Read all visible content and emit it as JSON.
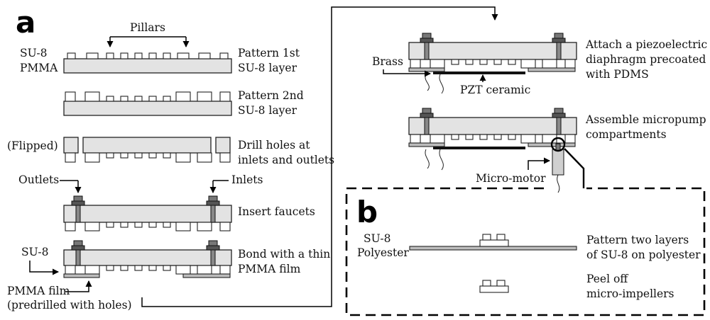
{
  "panel_a": {
    "letter": "a",
    "pillars": "Pillars",
    "su8": "SU-8",
    "pmma": "PMMA",
    "step1": [
      "Pattern 1st",
      "SU-8 layer"
    ],
    "step2": [
      "Pattern 2nd",
      "SU-8 layer"
    ],
    "flipped": "(Flipped)",
    "step3": [
      "Drill holes at",
      "inlets and outlets"
    ],
    "outlets": "Outlets",
    "inlets": "Inlets",
    "step4": "Insert faucets",
    "su8_2": "SU-8",
    "step5": [
      "Bond with a thin",
      "PMMA film"
    ],
    "pmma_film": [
      "PMMA film",
      "(predrilled with holes)"
    ],
    "brass": "Brass",
    "step6": [
      "Attach a piezoelectric",
      "diaphragm precoated",
      "with PDMS"
    ],
    "pzt": "PZT ceramic",
    "step7": [
      "Assemble micropump",
      "compartments"
    ],
    "micromotor": "Micro-motor"
  },
  "panel_b": {
    "letter": "b",
    "su8": "SU-8",
    "polyester": "Polyester",
    "step1": [
      "Pattern two layers",
      "of SU-8 on polyester"
    ],
    "step2": [
      "Peel off",
      "micro-impellers"
    ]
  }
}
